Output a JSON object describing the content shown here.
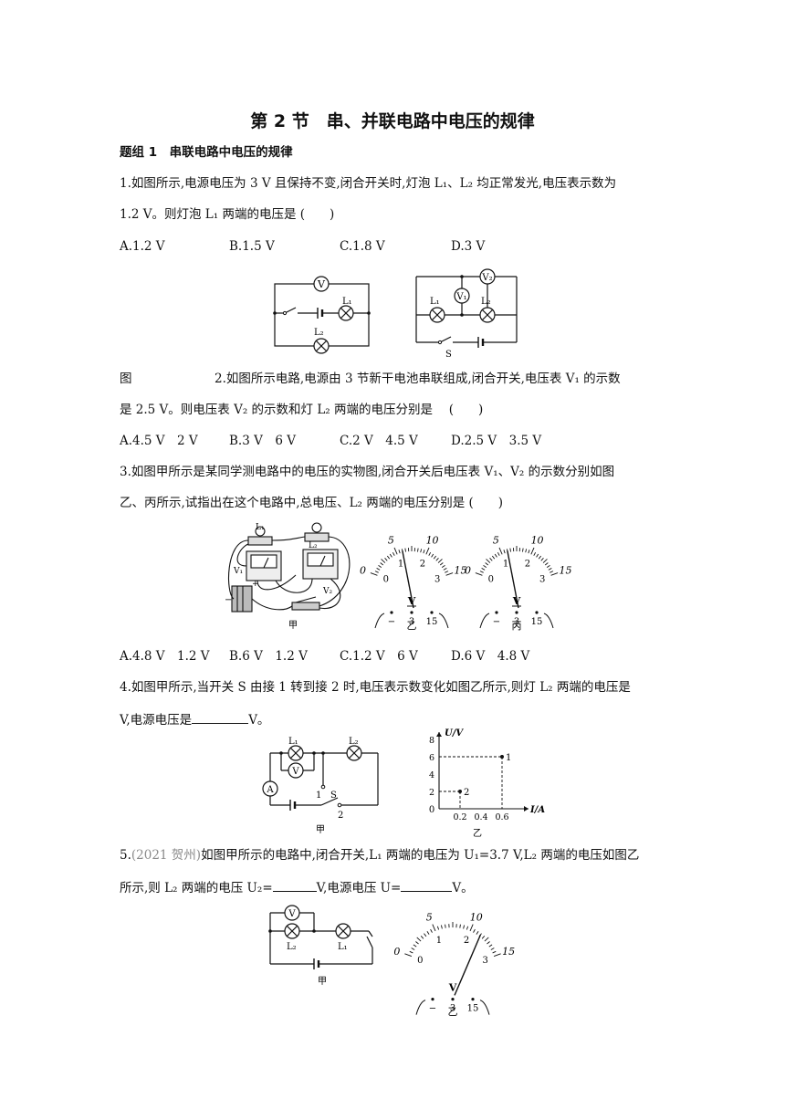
{
  "title": "第 2 节　串、并联电路中电压的规律",
  "group1": "题组 1　串联电路中电压的规律",
  "q1": {
    "line1": "1.如图所示,电源电压为 3 V 且保持不变,闭合开关时,灯泡 L₁、L₂ 均正常发光,电压表示数为",
    "line2": "1.2 V。则灯泡 L₁ 两端的电压是 (　　)",
    "options": [
      "A.1.2 V",
      "B.1.5 V",
      "C.1.8 V",
      "D.3 V"
    ]
  },
  "fig_label_tu": "图",
  "q2": {
    "line1": "2.如图所示电路,电源由 3 节新干电池串联组成,闭合开关,电压表 V₁ 的示数",
    "line2": "是 2.5 V。则电压表 V₂ 的示数和灯 L₂ 两端的电压分别是　 (　　)",
    "options": [
      "A.4.5 V　2 V",
      "B.3 V　6 V",
      "C.2 V　4.5 V",
      "D.2.5 V　3.5 V"
    ]
  },
  "q3": {
    "line1": "3.如图甲所示是某同学测电路中的电压的实物图,闭合开关后电压表 V₁、V₂ 的示数分别如图",
    "line2": "乙、丙所示,试指出在这个电路中,总电压、L₂ 两端的电压分别是 (　　)",
    "options": [
      "A.4.8 V　1.2 V",
      "B.6 V　1.2 V",
      "C.1.2 V　6 V",
      "D.6 V　4.8 V"
    ]
  },
  "q4": {
    "line1": "4.如图甲所示,当开关 S 由接 1 转到接 2 时,电压表示数变化如图乙所示,则灯 L₂ 两端的电压是",
    "line2a": "V,电源电压是",
    "line2b": "V。"
  },
  "q5": {
    "prefix": "5.",
    "source": "(2021 贺州)",
    "line1_rest": "如图甲所示的电路中,闭合开关,L₁ 两端的电压为 U₁=3.7 V,L₂ 两端的电压如图乙",
    "line2a": "所示,则 L₂ 两端的电压 U₂=",
    "line2b": "V,电源电压 U=",
    "line2c": "V。"
  },
  "labels": {
    "V": "V",
    "V1": "V₁",
    "V2": "V₂",
    "L1": "L₁",
    "L2": "L₂",
    "S": "S",
    "jia": "甲",
    "yi": "乙",
    "bing": "丙",
    "plus": "+",
    "minus": "−",
    "n1": "1",
    "n2": "2",
    "pos1": "1",
    "pos2": "2",
    "n3": "3",
    "n15": "15",
    "top0": "0",
    "top5": "5",
    "top10": "10",
    "top15": "15",
    "bot0": "0",
    "bot1": "1",
    "bot2": "2",
    "bot3": "3"
  },
  "chart_data": {
    "type": "scatter",
    "xlabel": "I/A",
    "ylabel": "U/V",
    "x_ticks": [
      "0.2",
      "0.4",
      "0.6"
    ],
    "y_ticks": [
      "2",
      "4",
      "6",
      "8"
    ],
    "origin": "0",
    "xlim": [
      0,
      0.8
    ],
    "ylim": [
      0,
      8
    ],
    "points": [
      {
        "label": "1",
        "x": 0.6,
        "y": 6
      },
      {
        "label": "2",
        "x": 0.2,
        "y": 2
      }
    ]
  }
}
